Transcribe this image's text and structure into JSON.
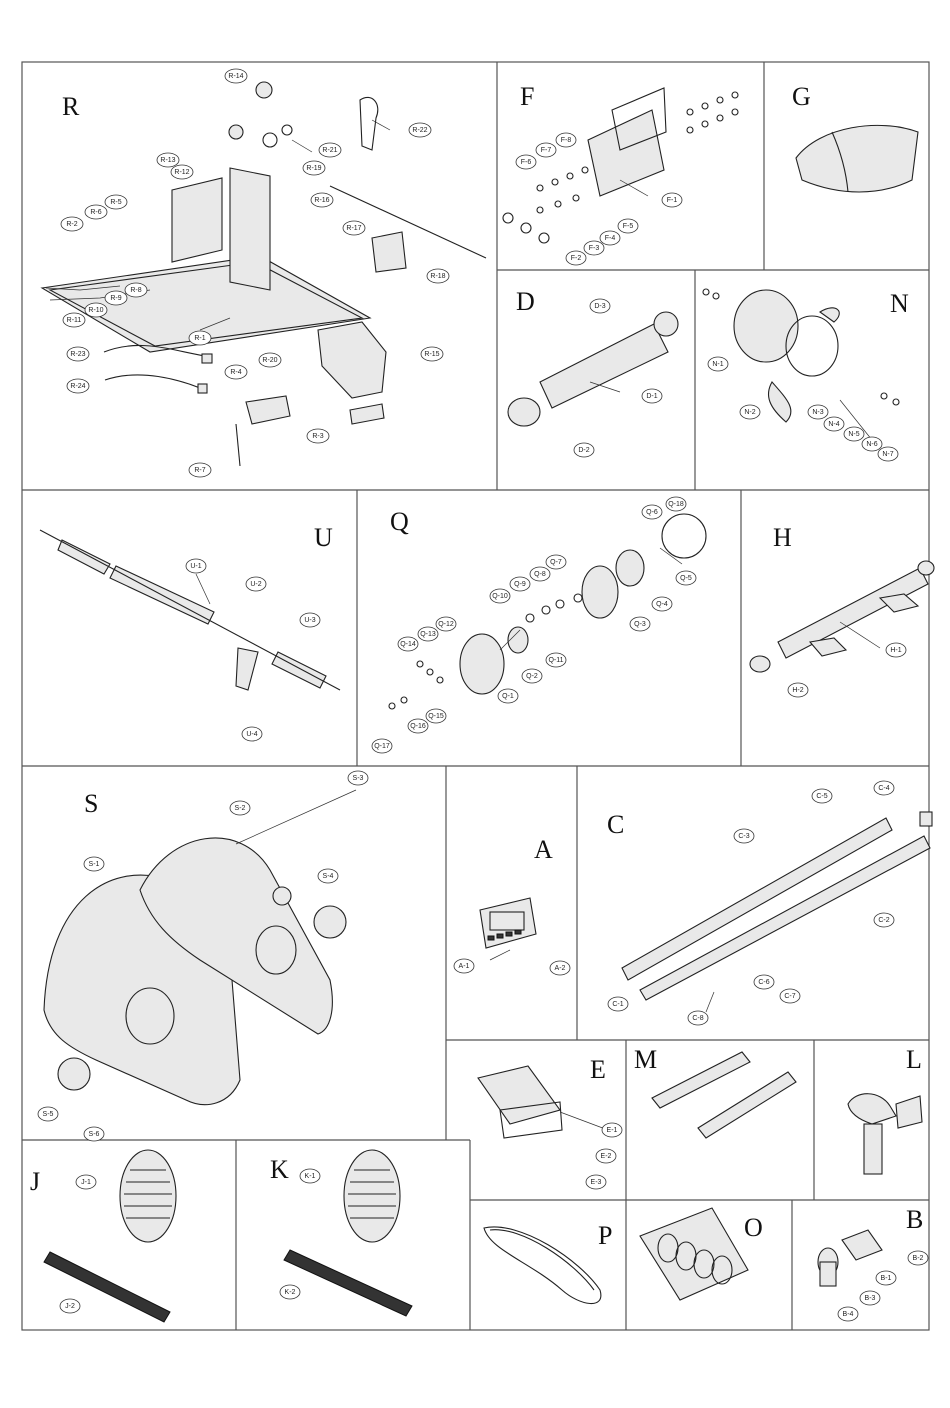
{
  "sections": [
    "R",
    "F",
    "G",
    "D",
    "N",
    "U",
    "Q",
    "H",
    "S",
    "A",
    "C",
    "E",
    "M",
    "L",
    "J",
    "K",
    "P",
    "O",
    "B"
  ],
  "callouts": {
    "R": [
      "R-14",
      "R-13",
      "R-12",
      "R-5",
      "R-6",
      "R-2",
      "R-22",
      "R-21",
      "R-19",
      "R-16",
      "R-17",
      "R-18",
      "R-8",
      "R-9",
      "R-10",
      "R-11",
      "R-1",
      "R-20",
      "R-23",
      "R-4",
      "R-24",
      "R-7",
      "R-3",
      "R-15"
    ],
    "F": [
      "F-8",
      "F-7",
      "F-6",
      "F-1",
      "F-5",
      "F-4",
      "F-3",
      "F-2"
    ],
    "D": [
      "D-3",
      "D-1",
      "D-2"
    ],
    "N": [
      "N-1",
      "N-2",
      "N-3",
      "N-4",
      "N-5",
      "N-6",
      "N-7"
    ],
    "U": [
      "U-1",
      "U-2",
      "U-3",
      "U-4"
    ],
    "Q": [
      "Q-18",
      "Q-6",
      "Q-5",
      "Q-7",
      "Q-8",
      "Q-9",
      "Q-10",
      "Q-4",
      "Q-3",
      "Q-12",
      "Q-13",
      "Q-14",
      "Q-11",
      "Q-2",
      "Q-1",
      "Q-15",
      "Q-16",
      "Q-17"
    ],
    "H": [
      "H-1",
      "H-2"
    ],
    "S": [
      "S-3",
      "S-2",
      "S-1",
      "S-4",
      "S-5",
      "S-6"
    ],
    "A": [
      "A-1",
      "A-2"
    ],
    "C": [
      "C-5",
      "C-4",
      "C-3",
      "C-2",
      "C-1",
      "C-8",
      "C-6",
      "C-7"
    ],
    "E": [
      "E-1",
      "E-2",
      "E-3"
    ],
    "J": [
      "J-1",
      "J-2"
    ],
    "K": [
      "K-1",
      "K-2"
    ],
    "B": [
      "B-2",
      "B-1",
      "B-3",
      "B-4"
    ]
  }
}
